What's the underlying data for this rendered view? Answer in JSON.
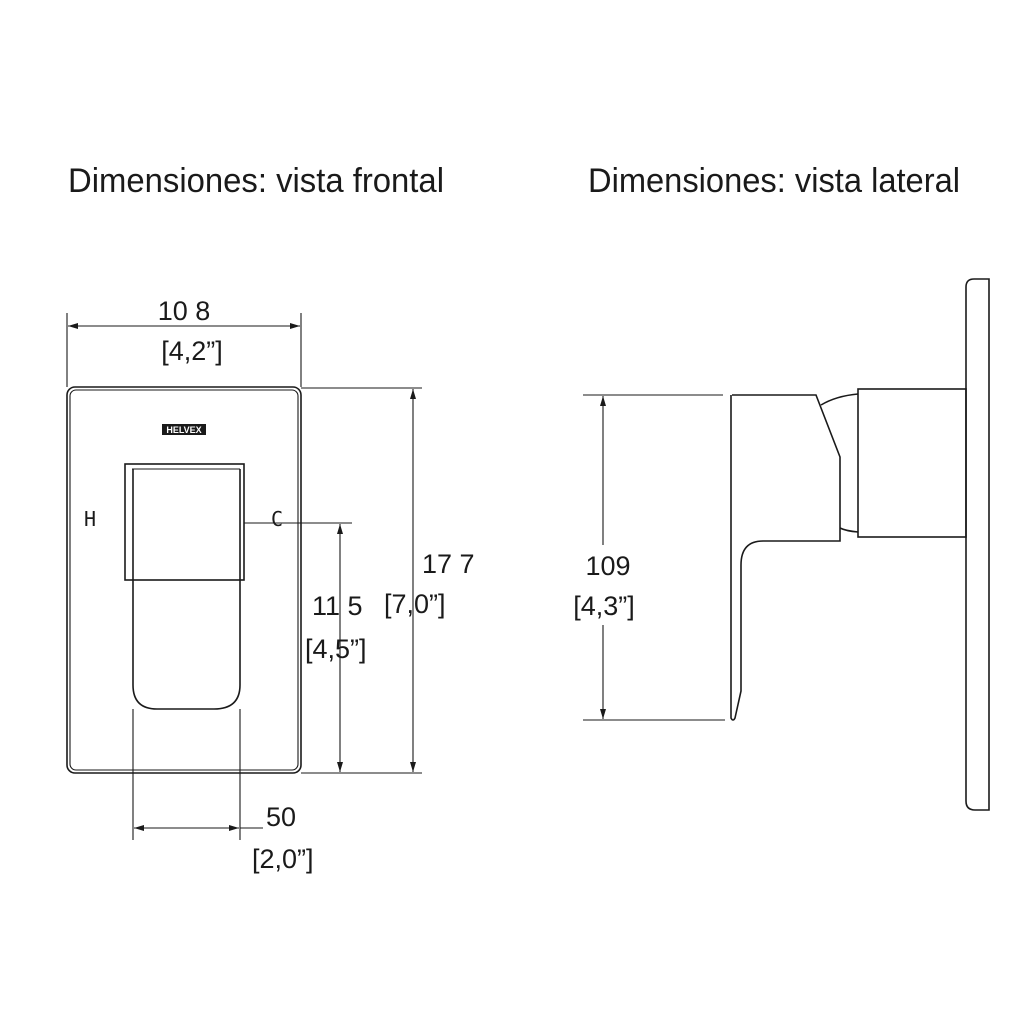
{
  "titles": {
    "front": "Dimensiones: vista frontal",
    "side": "Dimensiones: vista lateral"
  },
  "front_view": {
    "logo": "HELVEX",
    "hot_label": "H",
    "cold_label": "C",
    "width": {
      "mm": "10 8",
      "in": "[4,2”]"
    },
    "height": {
      "mm": "17 7",
      "in": "[7,0”]"
    },
    "handle_height": {
      "mm": "11 5",
      "in": "[4,5”]"
    },
    "handle_width": {
      "mm": "50",
      "in": "[2,0”]"
    }
  },
  "side_view": {
    "handle_height": {
      "mm": "109",
      "in": "[4,3”]"
    }
  }
}
